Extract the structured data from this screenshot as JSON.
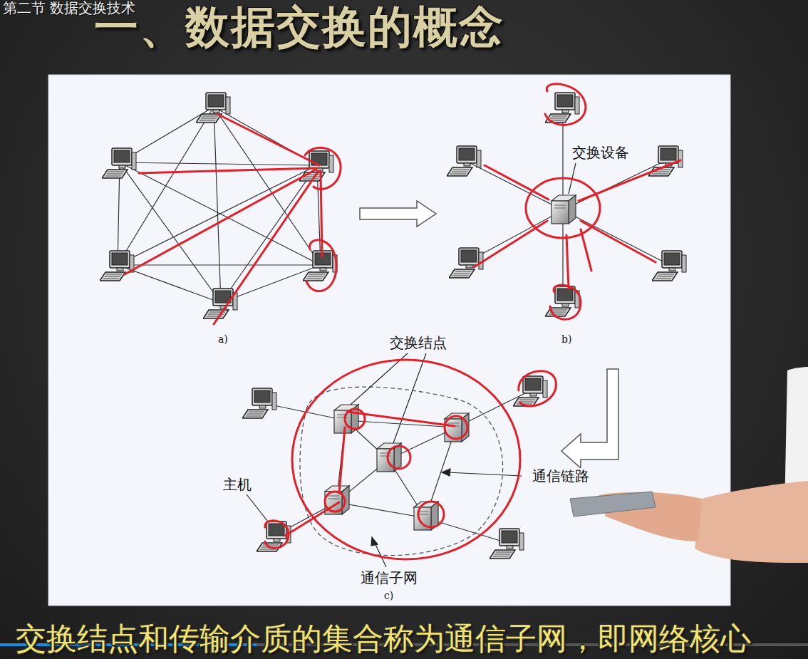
{
  "diagram": {
    "title": "一、数据交换的概念",
    "caption": "交换结点和传输介质的集合称为通信子网，即网络核心",
    "labels": [
      "第二节 数据交换技术",
      "交换设备",
      "a)",
      "b)",
      "交换结点",
      "主机",
      "通信链路",
      "通信子网",
      "c)"
    ]
  }
}
